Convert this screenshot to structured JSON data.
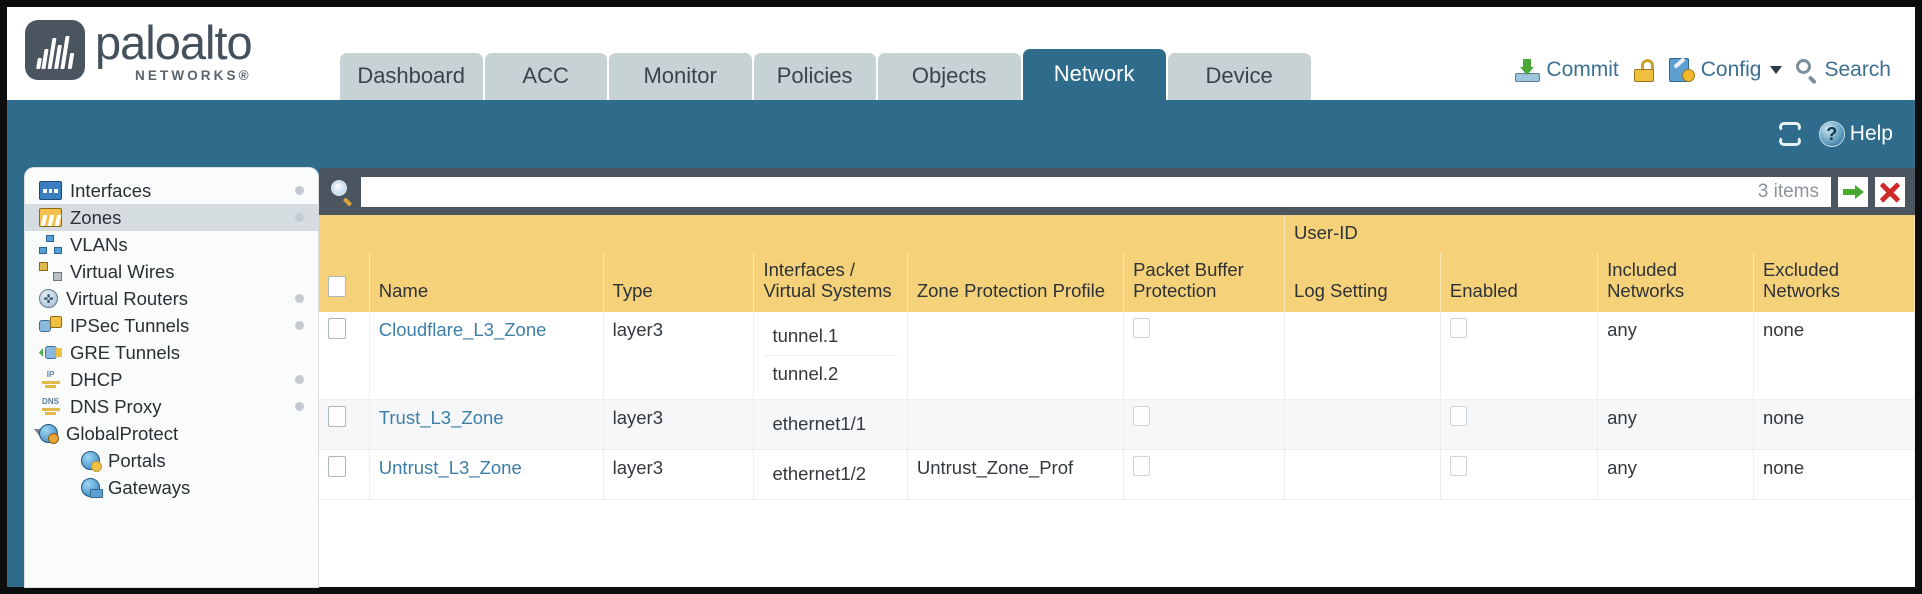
{
  "brand": {
    "name": "paloalto",
    "tagline": "NETWORKS®"
  },
  "nav": {
    "tabs": [
      {
        "label": "Dashboard",
        "active": false
      },
      {
        "label": "ACC",
        "active": false
      },
      {
        "label": "Monitor",
        "active": false
      },
      {
        "label": "Policies",
        "active": false
      },
      {
        "label": "Objects",
        "active": false
      },
      {
        "label": "Network",
        "active": true
      },
      {
        "label": "Device",
        "active": false
      }
    ]
  },
  "header_actions": {
    "commit": "Commit",
    "lock_icon": "lock-icon",
    "config": "Config",
    "search": "Search"
  },
  "toolbar": {
    "refresh_icon": "refresh-icon",
    "help_label": "Help",
    "help_icon": "question-mark-icon"
  },
  "sidebar": {
    "items": [
      {
        "label": "Interfaces",
        "icon": "interfaces-icon",
        "selected": false,
        "dot": true,
        "child": false,
        "expander": false
      },
      {
        "label": "Zones",
        "icon": "zones-icon",
        "selected": true,
        "dot": true,
        "child": false,
        "expander": false
      },
      {
        "label": "VLANs",
        "icon": "vlans-icon",
        "selected": false,
        "dot": false,
        "child": false,
        "expander": false
      },
      {
        "label": "Virtual Wires",
        "icon": "virtual-wires-icon",
        "selected": false,
        "dot": false,
        "child": false,
        "expander": false
      },
      {
        "label": "Virtual Routers",
        "icon": "virtual-routers-icon",
        "selected": false,
        "dot": true,
        "child": false,
        "expander": false
      },
      {
        "label": "IPSec Tunnels",
        "icon": "ipsec-tunnels-icon",
        "selected": false,
        "dot": true,
        "child": false,
        "expander": false
      },
      {
        "label": "GRE Tunnels",
        "icon": "gre-tunnels-icon",
        "selected": false,
        "dot": false,
        "child": false,
        "expander": false
      },
      {
        "label": "DHCP",
        "icon": "dhcp-icon",
        "selected": false,
        "dot": true,
        "child": false,
        "expander": false
      },
      {
        "label": "DNS Proxy",
        "icon": "dns-proxy-icon",
        "selected": false,
        "dot": true,
        "child": false,
        "expander": false
      },
      {
        "label": "GlobalProtect",
        "icon": "globalprotect-icon",
        "selected": false,
        "dot": false,
        "child": false,
        "expander": true
      },
      {
        "label": "Portals",
        "icon": "portals-icon",
        "selected": false,
        "dot": false,
        "child": true,
        "expander": false
      },
      {
        "label": "Gateways",
        "icon": "gateways-icon",
        "selected": false,
        "dot": false,
        "child": true,
        "expander": false
      }
    ]
  },
  "search": {
    "value": "",
    "placeholder": "",
    "item_count": "3 items",
    "apply_icon": "green-arrow-icon",
    "clear_icon": "red-x-icon"
  },
  "table": {
    "group_header": "User-ID",
    "columns": [
      "Name",
      "Type",
      "Interfaces / Virtual Systems",
      "Zone Protection Profile",
      "Packet Buffer Protection",
      "Log Setting",
      "Enabled",
      "Included Networks",
      "Excluded Networks"
    ],
    "rows": [
      {
        "selected": false,
        "name": "Cloudflare_L3_Zone",
        "type": "layer3",
        "interfaces": [
          "tunnel.1",
          "tunnel.2"
        ],
        "zone_protection_profile": "",
        "packet_buffer_protection": false,
        "log_setting": "",
        "enabled": false,
        "included_networks": "any",
        "excluded_networks": "none"
      },
      {
        "selected": false,
        "name": "Trust_L3_Zone",
        "type": "layer3",
        "interfaces": [
          "ethernet1/1"
        ],
        "zone_protection_profile": "",
        "packet_buffer_protection": false,
        "log_setting": "",
        "enabled": false,
        "included_networks": "any",
        "excluded_networks": "none"
      },
      {
        "selected": false,
        "name": "Untrust_L3_Zone",
        "type": "layer3",
        "interfaces": [
          "ethernet1/2"
        ],
        "zone_protection_profile": "Untrust_Zone_Prof",
        "packet_buffer_protection": false,
        "log_setting": "",
        "enabled": false,
        "included_networks": "any",
        "excluded_networks": "none"
      }
    ]
  },
  "colors": {
    "brand_blue": "#2f6c8c",
    "header_gold": "#f5d179",
    "group_gold": "#e8b94e",
    "link_blue": "#3d7fa8",
    "search_bar": "#4a5560"
  }
}
